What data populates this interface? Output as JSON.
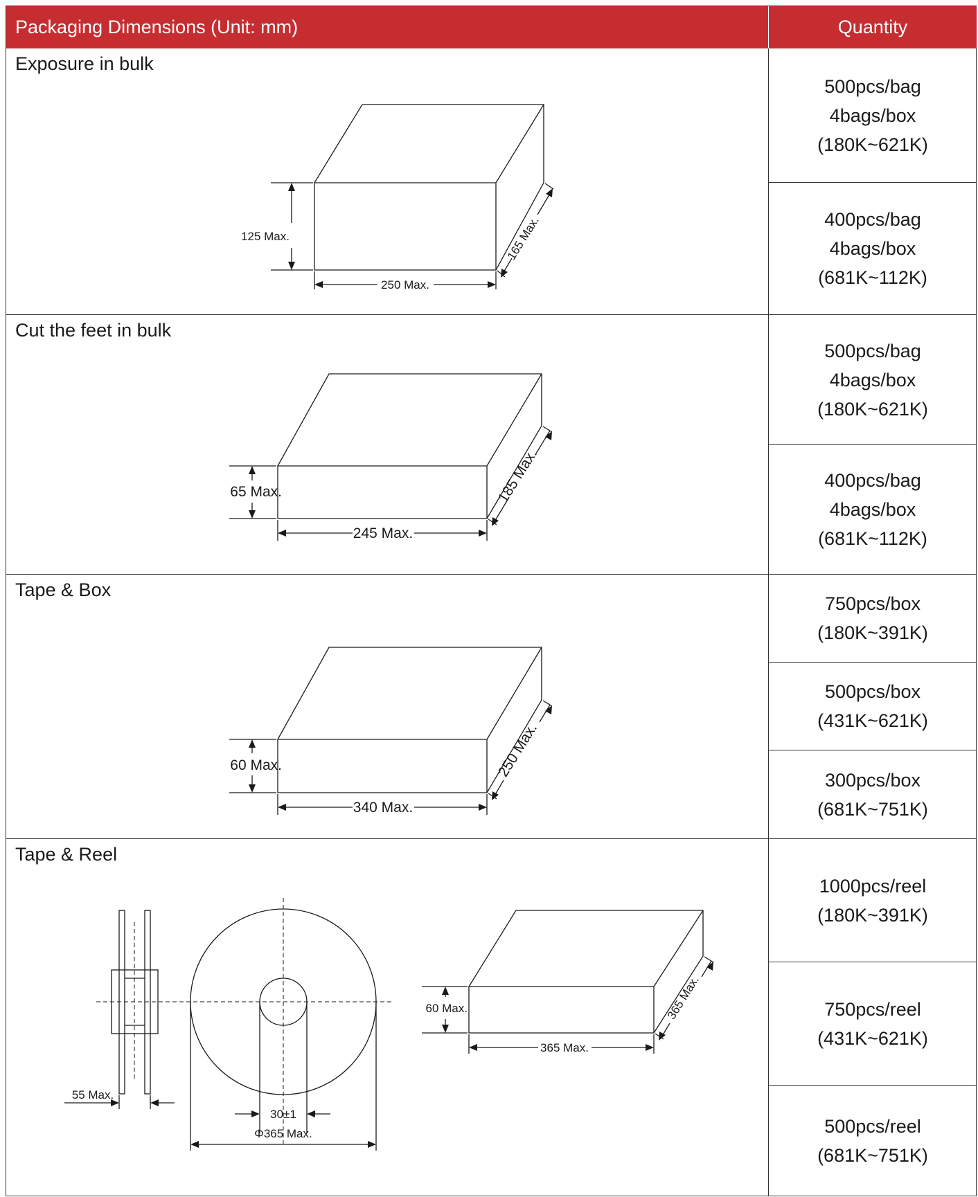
{
  "header": {
    "left": "Packaging Dimensions (Unit: mm)",
    "right": "Quantity"
  },
  "sections": [
    {
      "title": "Exposure in bulk",
      "dims": {
        "height": "125 Max.",
        "width": "250 Max.",
        "depth": "165 Max."
      },
      "quantities": [
        [
          "500pcs/bag",
          "4bags/box",
          "(180K~621K)"
        ],
        [
          "400pcs/bag",
          "4bags/box",
          "(681K~112K)"
        ]
      ]
    },
    {
      "title": "Cut the feet in bulk",
      "dims": {
        "height": "65 Max.",
        "width": "245 Max.",
        "depth": "185 Max."
      },
      "quantities": [
        [
          "500pcs/bag",
          "4bags/box",
          "(180K~621K)"
        ],
        [
          "400pcs/bag",
          "4bags/box",
          "(681K~112K)"
        ]
      ]
    },
    {
      "title": "Tape & Box",
      "dims": {
        "height": "60 Max.",
        "width": "340 Max.",
        "depth": "250 Max."
      },
      "quantities": [
        [
          "750pcs/box",
          "(180K~391K)"
        ],
        [
          "500pcs/box",
          "(431K~621K)"
        ],
        [
          "300pcs/box",
          "(681K~751K)"
        ]
      ]
    },
    {
      "title": "Tape & Reel",
      "reel": {
        "thickness": "55 Max.",
        "hub": "30±1",
        "diameter": "Φ365 Max."
      },
      "dims": {
        "height": "60 Max.",
        "width": "365 Max.",
        "depth": "365 Max."
      },
      "quantities": [
        [
          "1000pcs/reel",
          "(180K~391K)"
        ],
        [
          "750pcs/reel",
          "(431K~621K)"
        ],
        [
          "500pcs/reel",
          "(681K~751K)"
        ]
      ]
    }
  ]
}
